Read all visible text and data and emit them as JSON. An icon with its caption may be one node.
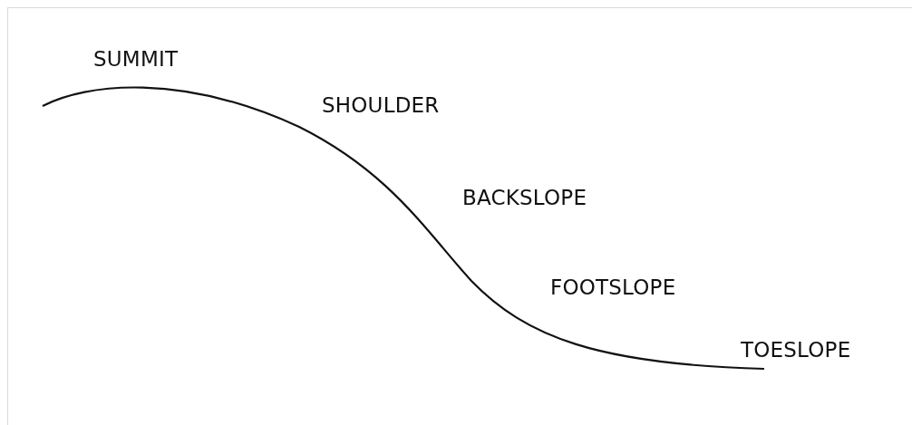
{
  "diagram": {
    "labels": [
      "SUMMIT",
      "SHOULDER",
      "BACKSLOPE",
      "FOOTSLOPE",
      "TOESLOPE"
    ]
  }
}
